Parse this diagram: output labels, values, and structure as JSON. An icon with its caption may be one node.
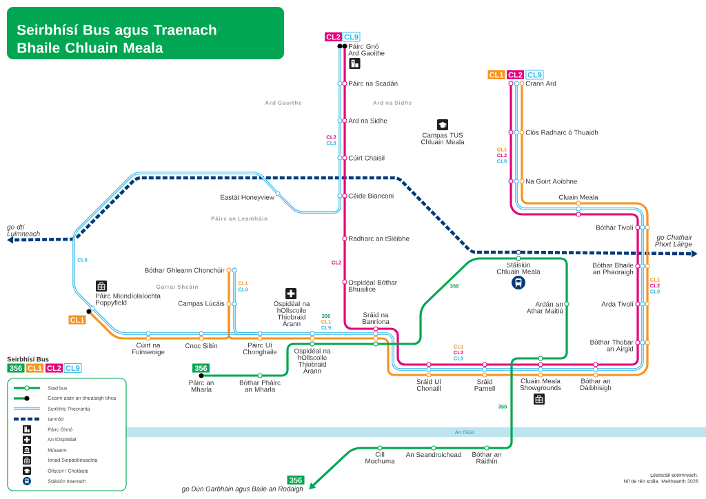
{
  "diagram": {
    "title": "Seirbhísí Bus agus Traenach Bhaile Chluain Meala",
    "nodes": [
      {
        "text": [],
        "shape": "circle",
        "beside": [
          "Páirc Gnó Ard Gaoithe",
          "CL2",
          "CL9"
        ]
      },
      {
        "text": [],
        "shape": "circle",
        "beside": [
          "Páirc na Scadán"
        ]
      },
      {
        "text": [],
        "shape": "circle",
        "beside": [
          "Ard na Sidhe"
        ]
      },
      {
        "text": [],
        "shape": "circle",
        "beside": [
          "Cúirt Chaisil"
        ]
      },
      {
        "text": [],
        "shape": "circle",
        "beside": [
          "Céide Bianconi"
        ]
      },
      {
        "text": [],
        "shape": "circle",
        "beside": [
          "Eastát Honeyview"
        ]
      },
      {
        "text": [],
        "shape": "circle",
        "beside": [
          "Radharc an tSléibhe"
        ]
      },
      {
        "text": [],
        "shape": "circle",
        "beside": [
          "Ospidéal Bóthar Bhuailice"
        ]
      },
      {
        "text": [],
        "shape": "circle",
        "beside": [
          "Páirc Miondíolaíochta Poppyfield"
        ]
      },
      {
        "text": [],
        "shape": "circle",
        "beside": [
          "CL1"
        ]
      },
      {
        "text": [],
        "shape": "circle",
        "beside": [
          "Bóthar Ghleann Chonchúir"
        ]
      },
      {
        "text": [],
        "shape": "circle",
        "beside": [
          "Campas Lúcáis"
        ]
      },
      {
        "text": [],
        "shape": "circle",
        "beside": [
          "Cúirt na Fuinseoige"
        ]
      },
      {
        "text": [],
        "shape": "circle",
        "beside": [
          "Cnoc Siltín"
        ]
      },
      {
        "text": [],
        "shape": "circle",
        "beside": [
          "Páirc Uí Chonghaile"
        ]
      },
      {
        "text": [],
        "shape": "circle",
        "beside": [
          "Ospidéal na hOllscoile Thiobraid Árann"
        ]
      },
      {
        "text": [],
        "shape": "circle",
        "beside": [
          "Sráid na Banríona"
        ]
      },
      {
        "text": [],
        "shape": "circle",
        "beside": [
          "Páirc an Mharla",
          "356"
        ]
      },
      {
        "text": [],
        "shape": "circle",
        "beside": [
          "Bóthar Pháirc an Mharla"
        ]
      },
      {
        "text": [],
        "shape": "circle",
        "beside": [
          "Sráid Uí Chonaill"
        ]
      },
      {
        "text": [],
        "shape": "circle",
        "beside": [
          "Sráid Parnell"
        ]
      },
      {
        "text": [],
        "shape": "circle",
        "beside": [
          "Cluain Meala Showgrounds"
        ]
      },
      {
        "text": [],
        "shape": "circle",
        "beside": [
          "Bóthar an Dáibhisigh"
        ]
      },
      {
        "text": [],
        "shape": "circle",
        "beside": [
          "Bóthar Thobar an Airgid"
        ]
      },
      {
        "text": [],
        "shape": "circle",
        "beside": [
          "Arda Tivolí"
        ]
      },
      {
        "text": [],
        "shape": "circle",
        "beside": [
          "Bóthar Bhaile an Phaoraigh"
        ]
      },
      {
        "text": [],
        "shape": "circle",
        "beside": [
          "Bóthar Tivolí"
        ]
      },
      {
        "text": [],
        "shape": "circle",
        "beside": [
          "Cluain Meala"
        ]
      },
      {
        "text": [],
        "shape": "circle",
        "beside": [
          "Na Goirt Aoibhne"
        ]
      },
      {
        "text": [],
        "shape": "circle",
        "beside": [
          "Clós Radharc ó Thuaidh"
        ]
      },
      {
        "text": [],
        "shape": "circle",
        "beside": [
          "Crann Ard",
          "CL1",
          "CL2",
          "CL9"
        ]
      },
      {
        "text": [],
        "shape": "circle",
        "beside": [
          "Stáisiún Chluain Meala"
        ]
      },
      {
        "text": [],
        "shape": "circle",
        "beside": [
          "Ardán an Athar Maitiú"
        ]
      },
      {
        "text": [],
        "shape": "circle",
        "beside": [
          "Bóthar an Ráithín"
        ]
      },
      {
        "text": [],
        "shape": "circle",
        "beside": [
          "An Seandroichead"
        ]
      },
      {
        "text": [],
        "shape": "circle",
        "beside": [
          "Cill Mochuma"
        ]
      },
      {
        "text": [
          "go dtí Luimneach"
        ]
      },
      {
        "text": [
          "go Chathair Phort Láirge"
        ]
      },
      {
        "text": [
          "go Dún Garbháin agus Baile an Rodaigh"
        ],
        "beside": [
          "356"
        ]
      }
    ],
    "edges": [
      {
        "from": 31,
        "to": 36,
        "arrow": "to",
        "style": "dashed",
        "color": "#003b7a"
      },
      {
        "from": 31,
        "to": 37,
        "arrow": "to",
        "style": "dashed",
        "color": "#003b7a"
      },
      {
        "from": 0,
        "to": 1,
        "arrow": "none",
        "color": "#2eb5ea"
      },
      {
        "from": 1,
        "to": 2,
        "arrow": "none",
        "color": "#2eb5ea"
      },
      {
        "from": 2,
        "to": 3,
        "arrow": "none",
        "color": "#2eb5ea"
      },
      {
        "from": 3,
        "to": 4,
        "arrow": "none",
        "color": "#2eb5ea"
      },
      {
        "from": 4,
        "to": 5,
        "arrow": "none",
        "color": "#2eb5ea"
      },
      {
        "from": 5,
        "to": 8,
        "arrow": "none",
        "color": "#2eb5ea"
      },
      {
        "from": 8,
        "to": 12,
        "arrow": "none",
        "color": "#2eb5ea"
      },
      {
        "from": 12,
        "to": 13,
        "arrow": "none",
        "color": "#2eb5ea"
      },
      {
        "from": 13,
        "to": 14,
        "arrow": "none",
        "color": "#2eb5ea"
      },
      {
        "from": 10,
        "to": 11,
        "arrow": "none",
        "color": "#2eb5ea"
      },
      {
        "from": 11,
        "to": 14,
        "arrow": "none",
        "color": "#2eb5ea"
      },
      {
        "from": 14,
        "to": 15,
        "arrow": "none",
        "color": "#2eb5ea"
      },
      {
        "from": 15,
        "to": 16,
        "arrow": "none",
        "color": "#2eb5ea"
      },
      {
        "from": 16,
        "to": 19,
        "arrow": "none",
        "color": "#2eb5ea"
      },
      {
        "from": 19,
        "to": 20,
        "arrow": "none",
        "color": "#2eb5ea"
      },
      {
        "from": 20,
        "to": 21,
        "arrow": "none",
        "color": "#2eb5ea"
      },
      {
        "from": 21,
        "to": 22,
        "arrow": "none",
        "color": "#2eb5ea"
      },
      {
        "from": 22,
        "to": 23,
        "arrow": "none",
        "color": "#2eb5ea"
      },
      {
        "from": 23,
        "to": 24,
        "arrow": "none",
        "color": "#2eb5ea"
      },
      {
        "from": 24,
        "to": 25,
        "arrow": "none",
        "color": "#2eb5ea"
      },
      {
        "from": 25,
        "to": 26,
        "arrow": "none",
        "color": "#2eb5ea"
      },
      {
        "from": 26,
        "to": 27,
        "arrow": "none",
        "color": "#2eb5ea"
      },
      {
        "from": 27,
        "to": 28,
        "arrow": "none",
        "color": "#2eb5ea"
      },
      {
        "from": 28,
        "to": 29,
        "arrow": "none",
        "color": "#2eb5ea"
      },
      {
        "from": 29,
        "to": 30,
        "arrow": "none",
        "color": "#2eb5ea"
      },
      {
        "from": 0,
        "to": 1,
        "arrow": "none",
        "color": "#e6007e"
      },
      {
        "from": 1,
        "to": 2,
        "arrow": "none",
        "color": "#e6007e"
      },
      {
        "from": 2,
        "to": 3,
        "arrow": "none",
        "color": "#e6007e"
      },
      {
        "from": 3,
        "to": 4,
        "arrow": "none",
        "color": "#e6007e"
      },
      {
        "from": 4,
        "to": 6,
        "arrow": "none",
        "color": "#e6007e"
      },
      {
        "from": 6,
        "to": 7,
        "arrow": "none",
        "color": "#e6007e"
      },
      {
        "from": 7,
        "to": 16,
        "arrow": "none",
        "color": "#e6007e"
      },
      {
        "from": 16,
        "to": 19,
        "arrow": "none",
        "color": "#e6007e"
      },
      {
        "from": 19,
        "to": 20,
        "arrow": "none",
        "color": "#e6007e"
      },
      {
        "from": 20,
        "to": 21,
        "arrow": "none",
        "color": "#e6007e"
      },
      {
        "from": 21,
        "to": 22,
        "arrow": "none",
        "color": "#e6007e"
      },
      {
        "from": 22,
        "to": 23,
        "arrow": "none",
        "color": "#e6007e"
      },
      {
        "from": 23,
        "to": 24,
        "arrow": "none",
        "color": "#e6007e"
      },
      {
        "from": 24,
        "to": 25,
        "arrow": "none",
        "color": "#e6007e"
      },
      {
        "from": 25,
        "to": 26,
        "arrow": "none",
        "color": "#e6007e"
      },
      {
        "from": 26,
        "to": 27,
        "arrow": "none",
        "color": "#e6007e"
      },
      {
        "from": 27,
        "to": 28,
        "arrow": "none",
        "color": "#e6007e"
      },
      {
        "from": 28,
        "to": 29,
        "arrow": "none",
        "color": "#e6007e"
      },
      {
        "from": 29,
        "to": 30,
        "arrow": "none",
        "color": "#e6007e"
      },
      {
        "from": 9,
        "to": 12,
        "arrow": "none",
        "color": "#f7941d"
      },
      {
        "from": 12,
        "to": 13,
        "arrow": "none",
        "color": "#f7941d"
      },
      {
        "from": 13,
        "to": 11,
        "arrow": "none",
        "color": "#f7941d"
      },
      {
        "from": 11,
        "to": 10,
        "arrow": "none",
        "color": "#f7941d"
      },
      {
        "from": 11,
        "to": 14,
        "arrow": "none",
        "color": "#f7941d"
      },
      {
        "from": 14,
        "to": 15,
        "arrow": "none",
        "color": "#f7941d"
      },
      {
        "from": 15,
        "to": 16,
        "arrow": "none",
        "color": "#f7941d"
      },
      {
        "from": 16,
        "to": 19,
        "arrow": "none",
        "color": "#f7941d"
      },
      {
        "from": 19,
        "to": 20,
        "arrow": "none",
        "color": "#f7941d"
      },
      {
        "from": 20,
        "to": 21,
        "arrow": "none",
        "color": "#f7941d"
      },
      {
        "from": 21,
        "to": 22,
        "arrow": "none",
        "color": "#f7941d"
      },
      {
        "from": 22,
        "to": 23,
        "arrow": "none",
        "color": "#f7941d"
      },
      {
        "from": 23,
        "to": 24,
        "arrow": "none",
        "color": "#f7941d"
      },
      {
        "from": 24,
        "to": 25,
        "arrow": "none",
        "color": "#f7941d"
      },
      {
        "from": 25,
        "to": 26,
        "arrow": "none",
        "color": "#f7941d"
      },
      {
        "from": 26,
        "to": 27,
        "arrow": "none",
        "color": "#f7941d"
      },
      {
        "from": 27,
        "to": 28,
        "arrow": "none",
        "color": "#f7941d"
      },
      {
        "from": 28,
        "to": 29,
        "arrow": "none",
        "color": "#f7941d"
      },
      {
        "from": 29,
        "to": 30,
        "arrow": "none",
        "color": "#f7941d"
      },
      {
        "from": 17,
        "to": 18,
        "arrow": "none",
        "color": "#00a651"
      },
      {
        "from": 18,
        "to": 15,
        "arrow": "none",
        "color": "#00a651"
      },
      {
        "from": 15,
        "to": 16,
        "arrow": "none",
        "color": "#00a651"
      },
      {
        "from": 16,
        "to": 31,
        "arrow": "none",
        "color": "#00a651"
      },
      {
        "from": 31,
        "to": 32,
        "arrow": "none",
        "color": "#00a651"
      },
      {
        "from": 32,
        "to": 21,
        "arrow": "none",
        "color": "#00a651"
      },
      {
        "from": 21,
        "to": 33,
        "arrow": "none",
        "color": "#00a651"
      },
      {
        "from": 33,
        "to": 34,
        "arrow": "none",
        "color": "#00a651"
      },
      {
        "from": 34,
        "to": 35,
        "arrow": "none",
        "color": "#00a651"
      },
      {
        "from": 35,
        "to": 38,
        "arrow": "to",
        "color": "#00a651"
      }
    ],
    "labels": [
      "Ard Gaoithe",
      "Ard na Sidhe",
      "Campas TUS Chluain Meala",
      "CL2",
      "CL9",
      "CL1",
      "CL2",
      "CL9",
      "Páirc an Leamháin",
      "CL9",
      "CL2",
      "CL1",
      "CL9",
      "Garraí Sheáin",
      "CL1",
      "CL2",
      "CL9",
      "356",
      "Ospidéal na hOllscoile Thiobraid Árann",
      "356",
      "CL1",
      "CL9",
      "CL1",
      "CL2",
      "CL9",
      "Seirbhísí Bus",
      "356",
      "An tSiúir",
      "Léarscáil scéimreach.",
      "Níl de réir scála. Meitheamh 2026"
    ],
    "legend": [
      {
        "text": "356",
        "color": "#00a651"
      },
      {
        "text": "CL1",
        "color": "#f7941d"
      },
      {
        "text": "CL2",
        "color": "#e6007e"
      },
      {
        "text": "CL9",
        "color": "#2eb5ea"
      },
      {
        "text": "Stad bus"
      },
      {
        "text": "Ceann aistir an bhealaigh bhus"
      },
      {
        "text": "Seirbhís Theoranta"
      },
      {
        "text": "Iarnród"
      },
      {
        "text": "Páirc Ghnó"
      },
      {
        "text": "An tOspidéal"
      },
      {
        "text": "Músaem"
      },
      {
        "text": "Ionad Siopadóireachta"
      },
      {
        "text": "Ollscoil / Choláiste"
      },
      {
        "text": "Stáisiún traenach"
      }
    ]
  }
}
